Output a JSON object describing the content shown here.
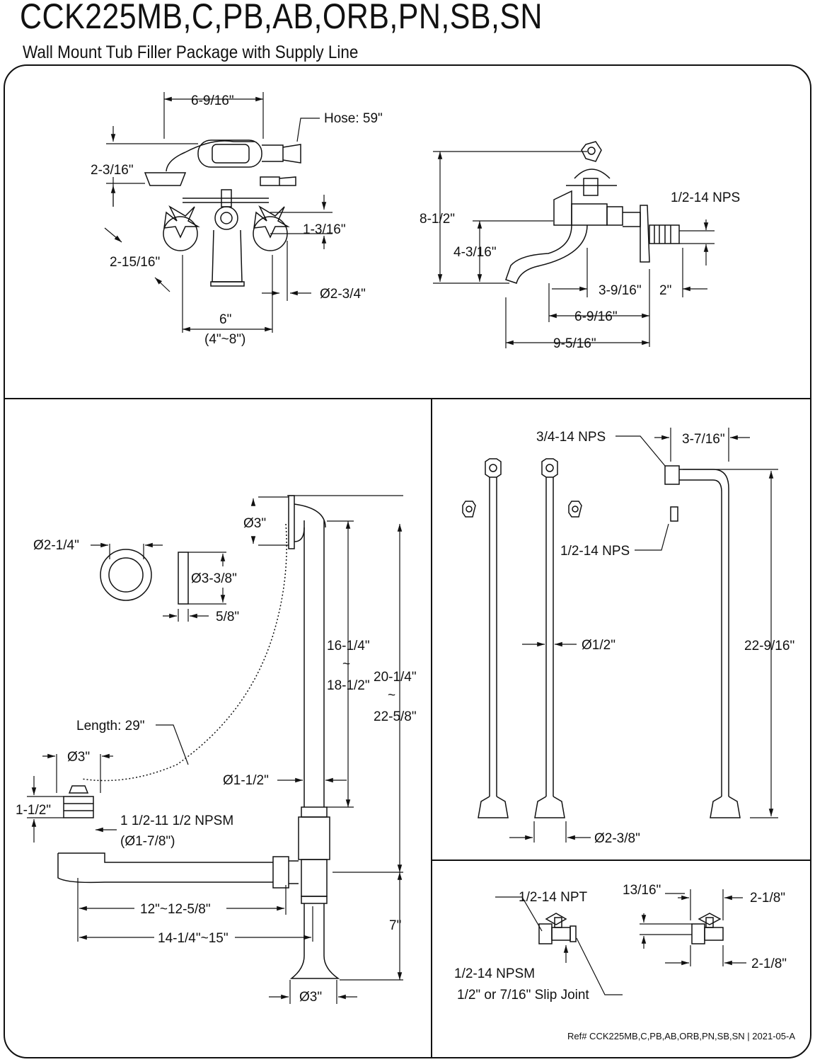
{
  "header": {
    "title": "CCK225MB,C,PB,AB,ORB,PN,SB,SN",
    "subtitle": "Wall Mount Tub Filler Package with Supply Line"
  },
  "faucet_front": {
    "width": "6-9/16\"",
    "hose": "Hose: 59\"",
    "handshower_height": "2-3/16\"",
    "handle_offset": "1-3/16\"",
    "diagonal": "2-15/16\"",
    "escutcheon": "Ø2-3/4\"",
    "centers": "6\"",
    "centers_range": "(4\"~8\")"
  },
  "faucet_side": {
    "height": "8-1/2\"",
    "thread": "1/2-14 NPS",
    "spout_height": "4-3/16\"",
    "reach_a": "3-9/16\"",
    "reach_b": "2\"",
    "reach_c": "6-9/16\"",
    "overall": "9-5/16\""
  },
  "drain": {
    "overflow_dia": "Ø3\"",
    "cover_dia": "Ø2-1/4\"",
    "plate_dia": "Ø3-3/8\"",
    "plate_thick": "5/8\"",
    "height_a": "16-1/4\"",
    "height_a_sep": "~",
    "height_a2": "18-1/2\"",
    "height_b": "20-1/4\"",
    "height_b_sep": "~",
    "height_b2": "22-5/8\"",
    "chain": "Length: 29\"",
    "strainer_dia": "Ø3\"",
    "strainer_h": "1-1/2\"",
    "thread": "1 1/2-11 1/2 NPSM",
    "thread_dia": "(Ø1-7/8\")",
    "pipe_dia": "Ø1-1/2\"",
    "len_a": "12\"~12-5/8\"",
    "len_b": "14-1/4\"~15\"",
    "tail": "7\"",
    "flange_dia": "Ø3\""
  },
  "supply": {
    "thread_top": "3/4-14 NPS",
    "offset": "3-7/16\"",
    "thread_bottom": "1/2-14 NPS",
    "pipe_dia": "Ø1/2\"",
    "length": "22-9/16\"",
    "flange_dia": "Ø2-3/8\""
  },
  "stops": {
    "npt": "1/2-14 NPT",
    "depth": "13/16\"",
    "dim_a": "2-1/8\"",
    "dim_b": "2-1/8\"",
    "npsm": "1/2-14 NPSM",
    "slip": "1/2\" or 7/16\" Slip Joint"
  },
  "footer": {
    "ref": "Ref# CCK225MB,C,PB,AB,ORB,PN,SB,SN | 2021-05-A"
  }
}
